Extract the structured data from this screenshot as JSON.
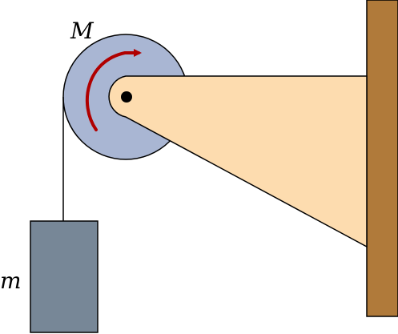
{
  "labels": {
    "pulley_mass": "M",
    "hanging_mass": "m"
  },
  "colors": {
    "wall": "#B07A3A",
    "bracket": "#FDDCAF",
    "pulley": "#A9B6D3",
    "hanging_block": "#778797",
    "rotation_arrow": "#B00000",
    "outline": "#000000",
    "background": "#FFFFFF"
  },
  "icons": {
    "rotation_indicator": "curved-arrow-clockwise",
    "axle": "filled-dot"
  }
}
